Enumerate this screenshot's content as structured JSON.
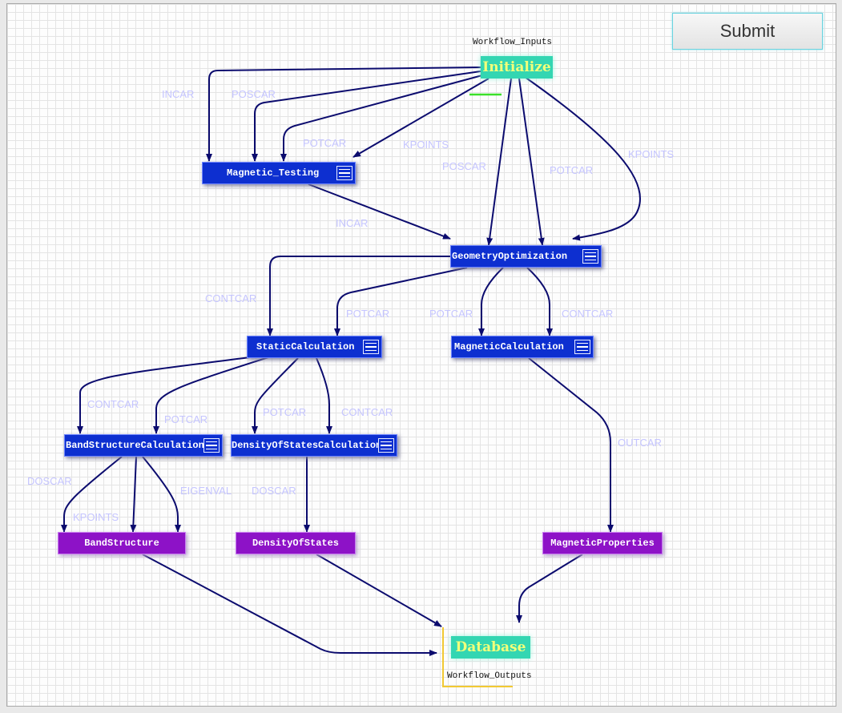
{
  "submit_label": "Submit",
  "workflow_inputs_label": "Workflow_Inputs",
  "workflow_outputs_label": "Workflow_Outputs",
  "nodes": {
    "initialize": "Initialize",
    "magnetic_testing": "Magnetic_Testing",
    "geometry_optimization": "GeometryOptimization",
    "static_calculation": "StaticCalculation",
    "magnetic_calculation": "MagneticCalculation",
    "band_structure_calculation": "BandStructureCalculation",
    "density_of_states_calculation": "DensityOfStatesCalculation",
    "band_structure": "BandStructure",
    "density_of_states": "DensityOfStates",
    "magnetic_properties": "MagneticProperties",
    "database": "Database"
  },
  "edge_labels": {
    "incar_1": "INCAR",
    "poscar_1": "POSCAR",
    "potcar_1": "POTCAR",
    "kpoints_1": "KPOINTS",
    "poscar_2": "POSCAR",
    "potcar_2": "POTCAR",
    "kpoints_2": "KPOINTS",
    "incar_2": "INCAR",
    "contcar_1": "CONTCAR",
    "potcar_3": "POTCAR",
    "potcar_4": "POTCAR",
    "contcar_2": "CONTCAR",
    "contcar_3": "CONTCAR",
    "potcar_5": "POTCAR",
    "potcar_6": "POTCAR",
    "contcar_4": "CONTCAR",
    "outcar": "OUTCAR",
    "doscar_1": "DOSCAR",
    "eigenval": "EIGENVAL",
    "doscar_2": "DOSCAR",
    "kpoints_3": "KPOINTS"
  },
  "colors": {
    "task": "#0d2fd0",
    "output": "#8d12c7",
    "io": "#33d6b2",
    "edge": "#0b0b6e",
    "edge_label": "#c5c5ff"
  },
  "icons": {
    "task_menu": "list-menu-icon"
  }
}
